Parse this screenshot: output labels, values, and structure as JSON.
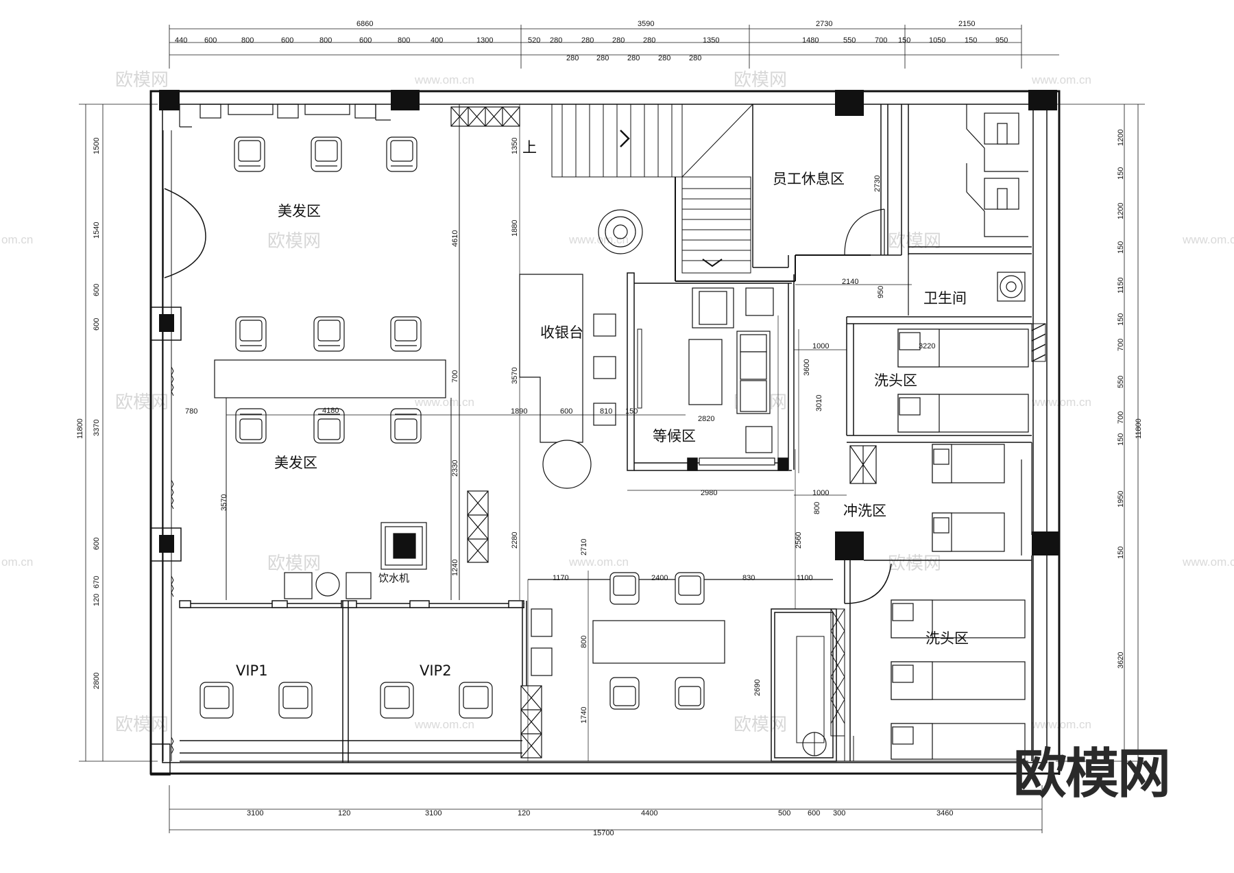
{
  "rooms": {
    "hair_upper": "美发区",
    "hair_lower": "美发区",
    "cashier": "收银台",
    "waiting": "等候区",
    "staff_rest": "员工休息区",
    "toilet": "卫生间",
    "wash_upper": "洗头区",
    "rinse": "冲洗区",
    "wash_lower": "洗头区",
    "vip1": "VIP1",
    "vip2": "VIP2",
    "water_dispenser": "饮水机",
    "stairs_up": "上"
  },
  "dims_top_total": [
    "6860",
    "3590",
    "2730",
    "2150"
  ],
  "dims_top_row": [
    "440",
    "600",
    "800",
    "600",
    "800",
    "600",
    "800",
    "400",
    "1300",
    "520",
    "280",
    "280",
    "280",
    "280",
    "1350",
    "1480",
    "550",
    "700",
    "150",
    "1050",
    "150",
    "950"
  ],
  "dims_top_sub": [
    "280",
    "280",
    "280",
    "280",
    "280"
  ],
  "dims_bottom_row": [
    "3100",
    "120",
    "3100",
    "120",
    "4400",
    "500",
    "600",
    "300",
    "3460"
  ],
  "dims_bottom_total": "15700",
  "dims_left_total": "11800",
  "dims_left_row": [
    "1500",
    "1540",
    "600",
    "600",
    "3370",
    "600",
    "670",
    "120",
    "2800"
  ],
  "dims_right_total": "11800",
  "dims_right_row": [
    "1200",
    "150",
    "1200",
    "150",
    "1150",
    "150",
    "700",
    "550",
    "700",
    "150",
    "1950",
    "150",
    "3620"
  ],
  "dims_inner": [
    "4610",
    "1350",
    "1880",
    "3570",
    "700",
    "4180",
    "780",
    "1890",
    "600",
    "810",
    "150",
    "2820",
    "2330",
    "3570",
    "2280",
    "1240",
    "2710",
    "1170",
    "2400",
    "830",
    "1100",
    "800",
    "1740",
    "2690",
    "2980",
    "1000",
    "2560",
    "800",
    "3600",
    "3010",
    "1000",
    "2140",
    "950",
    "2730",
    "3220"
  ],
  "watermark_text": "欧模网",
  "watermark_url": "www.om.cn",
  "watermark_short": "om.cn",
  "brand_logo": "欧模网"
}
